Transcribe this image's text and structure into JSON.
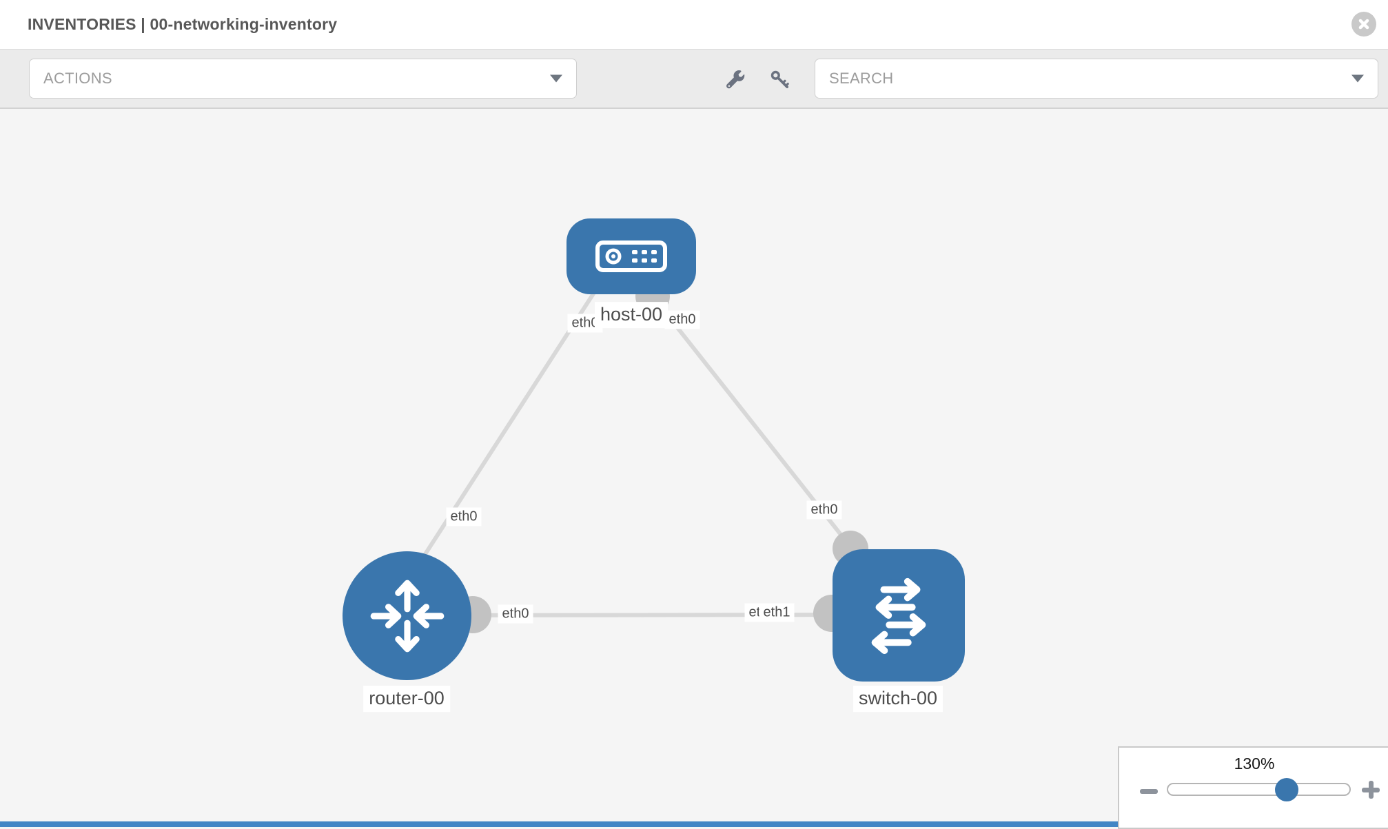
{
  "header": {
    "title": "INVENTORIES | 00-networking-inventory"
  },
  "toolbar": {
    "actions_label": "ACTIONS",
    "search_label": "SEARCH",
    "icons": [
      "wrench-icon",
      "key-icon"
    ]
  },
  "topology": {
    "nodes": [
      {
        "id": "host-00",
        "type": "host",
        "label": "host-00"
      },
      {
        "id": "router-00",
        "type": "router",
        "label": "router-00"
      },
      {
        "id": "switch-00",
        "type": "switch",
        "label": "switch-00"
      }
    ],
    "links": [
      {
        "from": "host-00",
        "from_iface": "eth0",
        "to": "router-00",
        "to_iface": "eth0"
      },
      {
        "from": "host-00",
        "from_iface": "eth0",
        "to": "switch-00",
        "to_iface": "eth0"
      },
      {
        "from": "router-00",
        "from_iface": "eth0",
        "to": "switch-00",
        "to_iface": "eth1"
      }
    ],
    "iface_labels": [
      {
        "text": "eth0"
      },
      {
        "text": "eth0"
      },
      {
        "text": "eth0"
      },
      {
        "text": "eth0"
      },
      {
        "text": "eth0"
      },
      {
        "text": "eth0"
      },
      {
        "text": "eth1"
      }
    ]
  },
  "zoom_control": {
    "level": "130%",
    "value_pct": 64
  },
  "colors": {
    "node_blue": "#3a76ad",
    "link_gray": "#d8d8d8",
    "connector_gray": "#c2c2c2",
    "toolbar_bg": "#ebebeb",
    "canvas_bg": "#f5f5f5",
    "bottom_strip_blue": "#4286c5"
  }
}
